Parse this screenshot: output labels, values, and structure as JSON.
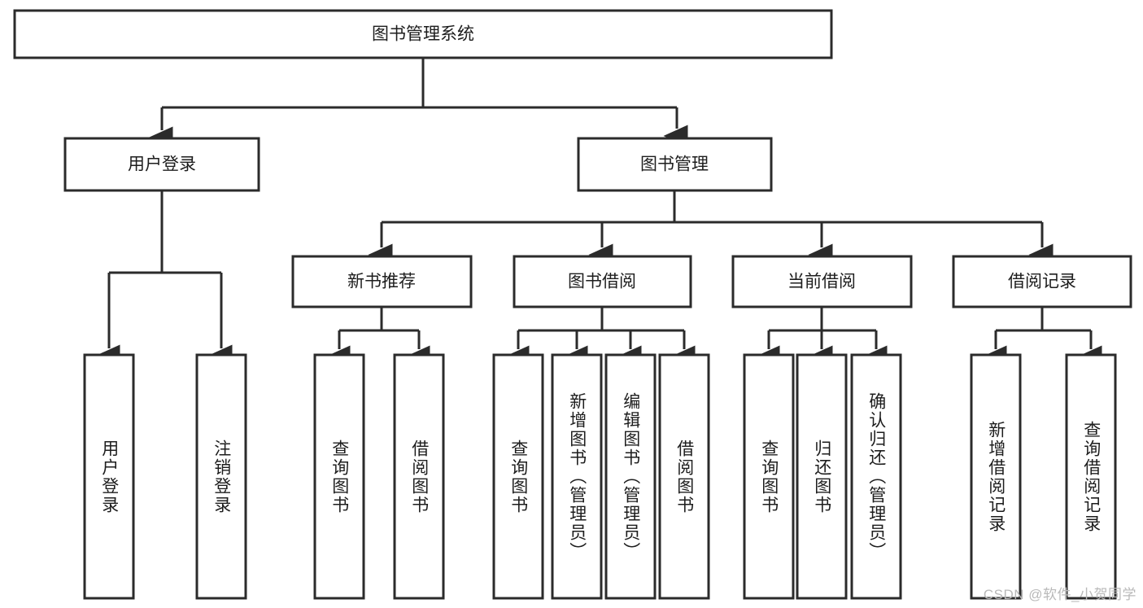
{
  "diagram": {
    "title": "图书管理系统",
    "colors": {
      "stroke": "#2b2b2b",
      "fill": "#ffffff",
      "text": "#1d1d1d",
      "watermark": "#b9b9b9"
    },
    "root": {
      "label": "图书管理系统"
    },
    "level1": [
      {
        "label": "用户登录"
      },
      {
        "label": "图书管理"
      }
    ],
    "level2": [
      {
        "label": "新书推荐"
      },
      {
        "label": "图书借阅"
      },
      {
        "label": "当前借阅"
      },
      {
        "label": "借阅记录"
      }
    ],
    "leaves": {
      "user_login": [
        {
          "label": "用户登录"
        },
        {
          "label": "注销登录"
        }
      ],
      "new_book": [
        {
          "label": "查询图书"
        },
        {
          "label": "借阅图书"
        }
      ],
      "borrow": [
        {
          "label": "查询图书"
        },
        {
          "label": "新增图书（管理员）"
        },
        {
          "label": "编辑图书（管理员）"
        },
        {
          "label": "借阅图书"
        }
      ],
      "current": [
        {
          "label": "查询图书"
        },
        {
          "label": "归还图书"
        },
        {
          "label": "确认归还（管理员）"
        }
      ],
      "records": [
        {
          "label": "新增借阅记录"
        },
        {
          "label": "查询借阅记录"
        }
      ]
    }
  },
  "watermark": {
    "text": "CSDN @软件_小贺同学"
  }
}
